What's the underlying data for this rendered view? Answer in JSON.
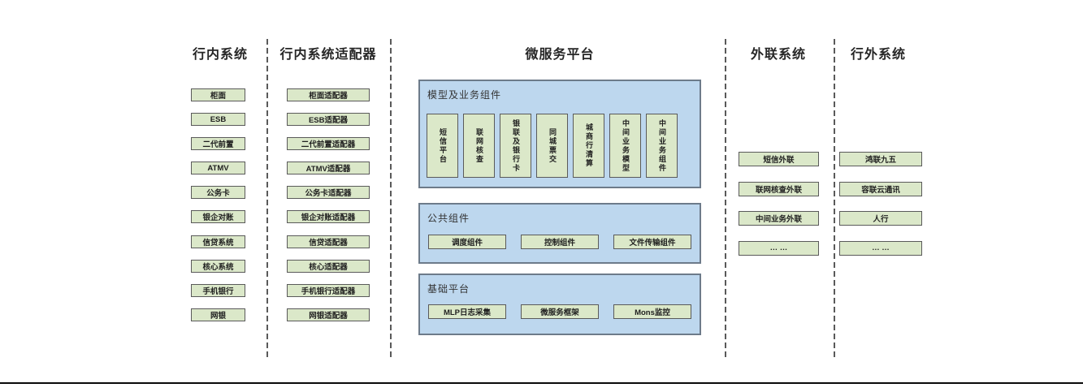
{
  "diagram": {
    "columns": [
      {
        "title": "行内系统",
        "items": [
          "柜面",
          "ESB",
          "二代前置",
          "ATMV",
          "公务卡",
          "银企对账",
          "信贷系统",
          "核心系统",
          "手机银行",
          "网银"
        ]
      },
      {
        "title": "行内系统适配器",
        "items": [
          "柜面适配器",
          "ESB适配器",
          "二代前置适配器",
          "ATMV适配器",
          "公务卡适配器",
          "银企对账适配器",
          "信贷适配器",
          "核心适配器",
          "手机银行适配器",
          "网银适配器"
        ]
      },
      {
        "title": "微服务平台",
        "panels": [
          {
            "title": "模型及业务组件",
            "items": [
              "短信平台",
              "联网核查",
              "银联及银行卡",
              "同城票交",
              "城商行清算",
              "中间业务模型",
              "中间业务组件"
            ]
          },
          {
            "title": "公共组件",
            "items": [
              "调度组件",
              "控制组件",
              "文件传输组件"
            ]
          },
          {
            "title": "基础平台",
            "items": [
              "MLP日志采集",
              "微服务框架",
              "Mons监控"
            ]
          }
        ]
      },
      {
        "title": "外联系统",
        "items": [
          "短信外联",
          "联网核查外联",
          "中间业务外联",
          "… …"
        ]
      },
      {
        "title": "行外系统",
        "items": [
          "鸿联九五",
          "容联云通讯",
          "人行",
          "… …"
        ]
      }
    ],
    "colors": {
      "box_fill_green": "#dbe8c9",
      "box_border": "#5a5a5a",
      "panel_fill_blue": "#bdd7ee",
      "panel_border": "#6d7b8a",
      "separator_gray": "#5a5a5a",
      "bottom_rule_black": "#0a0a0a"
    }
  }
}
